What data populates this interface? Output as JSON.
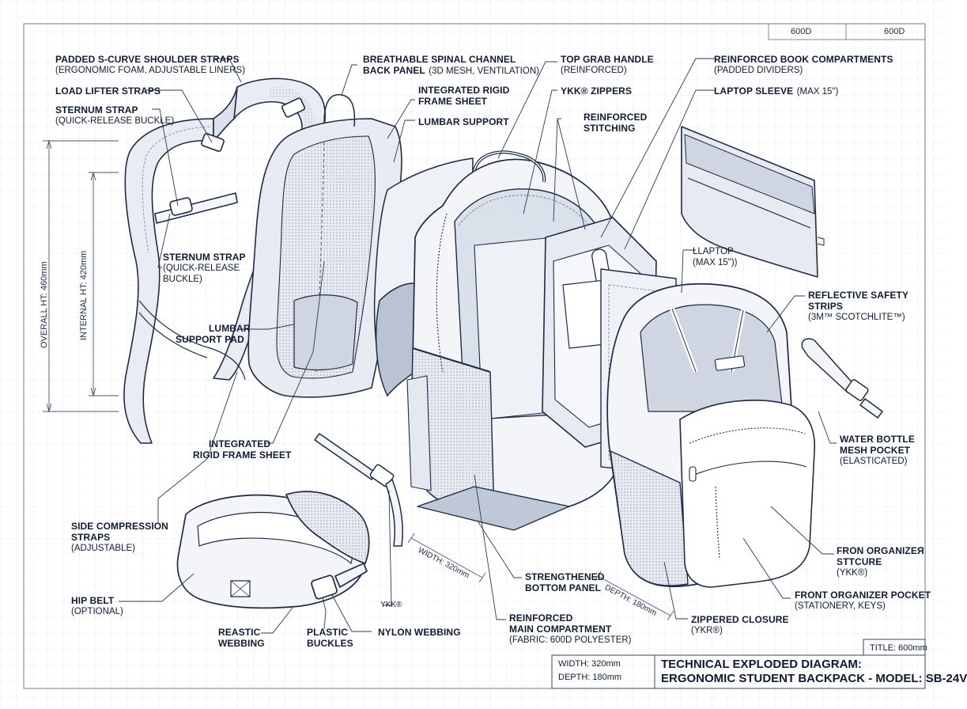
{
  "title_block": {
    "line1": "TECHNICAL EXPLODED DIAGRAM:",
    "line2": "ERGONOMIC STUDENT BACKPACK - MODEL: SB-24V",
    "width": "WIDTH: 320mm",
    "depth": "DEPTH: 180mm",
    "title_ht": "TITLE: 600mm",
    "top_cell_1": "600D",
    "top_cell_2": "600D"
  },
  "dimensions": {
    "overall_ht": "OVERALL HT: 460mm",
    "internal_ht": "INTERNAL HT: 420mm",
    "width_dim": "WIDTH: 320mm",
    "depth_dim": "DEPTH: 180mm"
  },
  "labels": {
    "shoulder_straps": {
      "title": "PADDED S-CURVE SHOULDER STRAPS",
      "sub": "(ERGONOMIC FOAM, ADJUSTABLE LINERS)"
    },
    "load_lifter": {
      "title": "LOAD LIFTER STRAPS"
    },
    "sternum_top": {
      "title": "STERNUM STRAP",
      "sub": "(QUICK-RELEASE BUCKLE)"
    },
    "sternum_mid": {
      "title1": "STERNUM STRAP",
      "sub1": "(QUICK-RELEASE",
      "sub2": "BUCKLE)"
    },
    "lumbar_pad": {
      "title1": "LUMBAR",
      "title2": "SUPPORT PAD"
    },
    "frame_bottom": {
      "title1": "INTEGRATED",
      "title2": "RIGID FRAME SHEET"
    },
    "side_compression": {
      "title1": "SIDE COMPRESSION",
      "title2": "STRAPS",
      "sub": "(ADJUSTABLE)"
    },
    "hip_belt": {
      "title": "HIP BELT",
      "sub": "(OPTIONAL)"
    },
    "elastic_webbing": {
      "title1": "REASTIC",
      "title2": "WEBBING"
    },
    "plastic_buckles": {
      "title1": "PLASTIC",
      "title2": "BUCKLES"
    },
    "nylon_webbing": {
      "title": "NYLON WEBBING"
    },
    "ykk_small": {
      "title": "YKK®"
    },
    "back_panel": {
      "title1": "BREATHABLE SPINAL CHANNEL",
      "title2": "BACK PANEL",
      "sub": "(3D MESH, VENTILATION)"
    },
    "frame_top": {
      "title1": "INTEGRATED RIGID",
      "title2": "FRAME SHEET"
    },
    "lumbar_support": {
      "title": "LUMBAR SUPPORT"
    },
    "grab_handle": {
      "title": "TOP GRAB HANDLE",
      "sub": "(REINFORCED)"
    },
    "ykk_zippers": {
      "title": "YKK® ZIPPERS"
    },
    "stitching": {
      "title1": "REINFORCED",
      "title2": "STITCHING"
    },
    "book_compartments": {
      "title": "REINFORCED BOOK COMPARTMENTS",
      "sub": "(PADDED DIVIDERS)"
    },
    "laptop_sleeve": {
      "title": "LAPTOP SLEEVE",
      "sub": "(MAX 15\")"
    },
    "laptop_small": {
      "title1": "LLAPTOP",
      "title2": "(MAX 15\"))"
    },
    "reflective": {
      "title1": "REFLECTIVE SAFETY",
      "title2": "STRIPS",
      "sub": "(3M™ SCOTCHLITE™)"
    },
    "water_bottle": {
      "title1": "WATER BOTTLE",
      "title2": "MESH POCKET",
      "sub": "(ELASTICATED)"
    },
    "organizer_struct": {
      "title1": "FRON ORGANIZEЯ",
      "title2": "STTCURE",
      "sub": "(YKK®)"
    },
    "front_organizer": {
      "title": "FRONT ORGANIZER POCKET",
      "sub": "(STATIONERY, KEYS)"
    },
    "zippered_closure": {
      "title": "ZIPPERED CLOSURE",
      "sub": "(YKR®)"
    },
    "bottom_panel": {
      "title1": "STRENGTHENED",
      "title2": "BOTTOM PANEL"
    },
    "main_compartment": {
      "title1": "REINFORCED",
      "title2": "MAIN COMPARTMENT",
      "sub": "(FABRIC: 600D POLYESTER)"
    }
  }
}
